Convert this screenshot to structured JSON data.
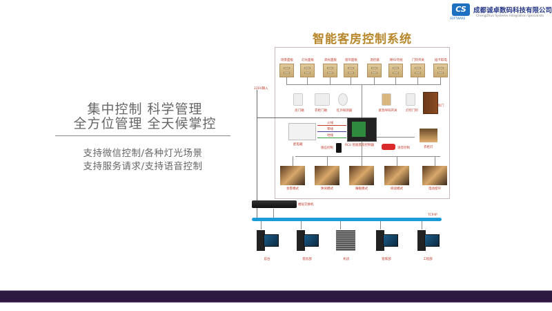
{
  "header": {
    "logo_text": "CS",
    "logo_sub": "SOFTWARE",
    "company": "成都诚卓数码科技有限公司",
    "company_en": "ChengZhuo Systems Integration Specialists"
  },
  "left": {
    "slogans": [
      "集中控制  科学管理",
      "全方位管理  全天候掌控"
    ],
    "features": [
      "支持微信控制/各种灯光场景",
      "支持服务请求/支持语音控制"
    ]
  },
  "diagram": {
    "title": "智能客房控制系统",
    "panels": [
      "场景面板",
      "灯光面板",
      "调光面板",
      "窗帘面板",
      "温控器",
      "清扫/勿扰",
      "门铃开关",
      "插卡取电"
    ],
    "sensors": [
      "房门磁",
      "衣柜门磁",
      "红外探测器",
      "紧急呼叫开关",
      "灯控门铃",
      "房门"
    ],
    "power_input": "220V输入",
    "wires": [
      "火线",
      "零线",
      "地线"
    ],
    "distribution_box": "配电箱",
    "phone_control": "感应控制",
    "rcu": "RCU 智能客房控制器",
    "voice_control": "语音控制",
    "wardrobe_light": "衣柜灯",
    "scenes": [
      "会客模式",
      "休闲模式",
      "睡眠模式",
      "阅读模式",
      "电动窗帘"
    ],
    "switch": "楼层交换机",
    "network": "TCP/IP",
    "terminals": [
      "前台",
      "客房部",
      "机房",
      "管家部",
      "工程部"
    ]
  },
  "colors": {
    "title": "#b8862b",
    "network": "#1b9bd7",
    "footer": "#2c1a40"
  }
}
